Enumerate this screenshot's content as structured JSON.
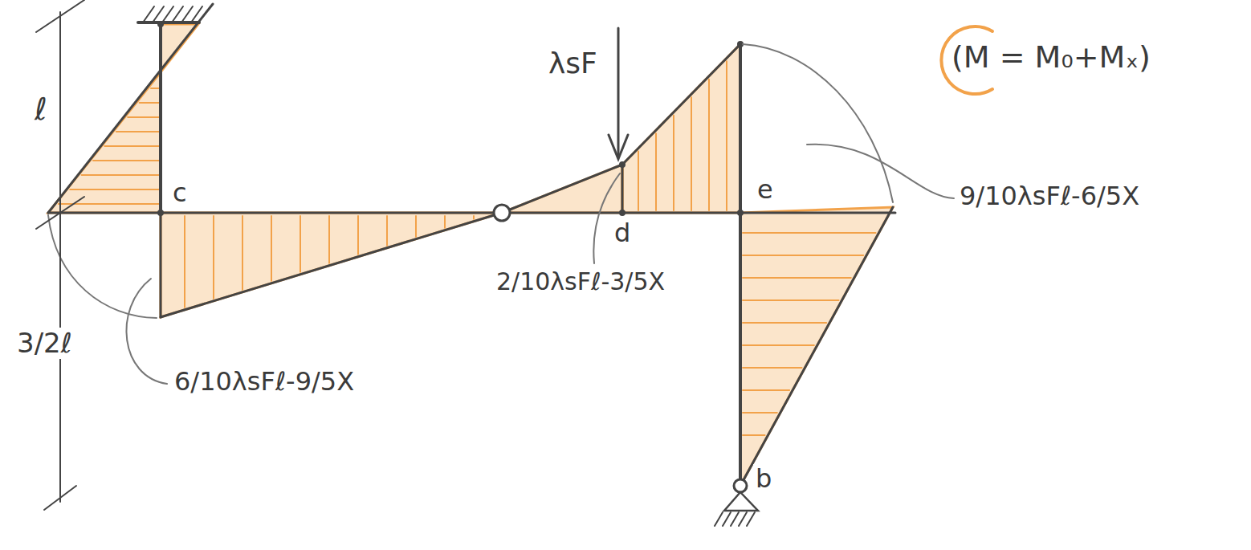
{
  "diagram": {
    "labels": [
      "ℓ",
      "3/2ℓ",
      "λsF",
      "c",
      "d",
      "e",
      "b",
      "6/10λsFℓ-9/5X",
      "2/10λsFℓ-3/5X",
      "9/10λsFℓ-6/5X",
      "(M = M₀+Mₓ)"
    ]
  }
}
